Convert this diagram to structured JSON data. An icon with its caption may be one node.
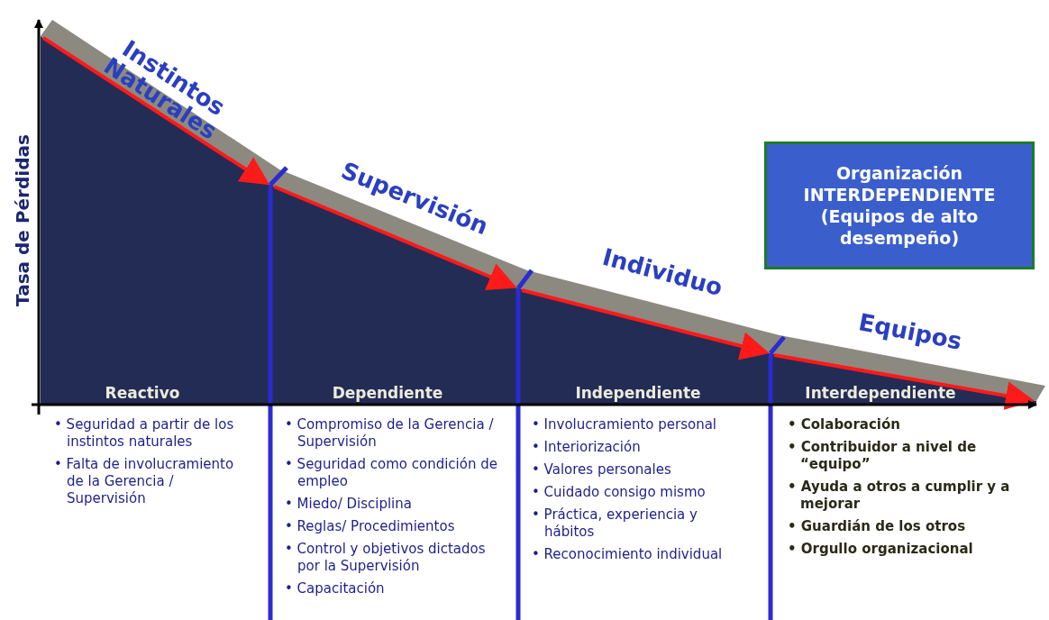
{
  "diagram": {
    "nodes": [
      {
        "text": [
          "Organización INTERDEPENDIENTE (Equipos de alto desempeño)"
        ]
      }
    ],
    "edges": [],
    "labels": [
      "Tasa de Pérdidas",
      "Instintos Naturales",
      "Supervisión",
      "Individuo",
      "Equipos",
      "Reactivo",
      "Dependiente",
      "Independiente",
      "Interdependiente",
      "• Seguridad a partir de los instintos naturales",
      "• Falta de involucramiento de la Gerencia / Supervisión",
      "• Compromiso de la Gerencia / Supervisión",
      "• Seguridad como condición de empleo",
      "• Miedo/ Disciplina",
      "• Reglas/ Procedimientos",
      "• Control y objetivos dictados por la Supervisión",
      "• Capacitación",
      "• Involucramiento personal",
      "• Interiorización",
      "• Valores personales",
      "• Cuidado consigo mismo",
      "• Práctica, experiencia y hábitos",
      "• Reconocimiento individual",
      "• Colaboración",
      "• Contribuidor a nivel de “equipo”",
      "• Ayuda a otros a cumplir y a mejorar",
      "• Guardián de los otros",
      "• Orgullo organizacional"
    ]
  }
}
